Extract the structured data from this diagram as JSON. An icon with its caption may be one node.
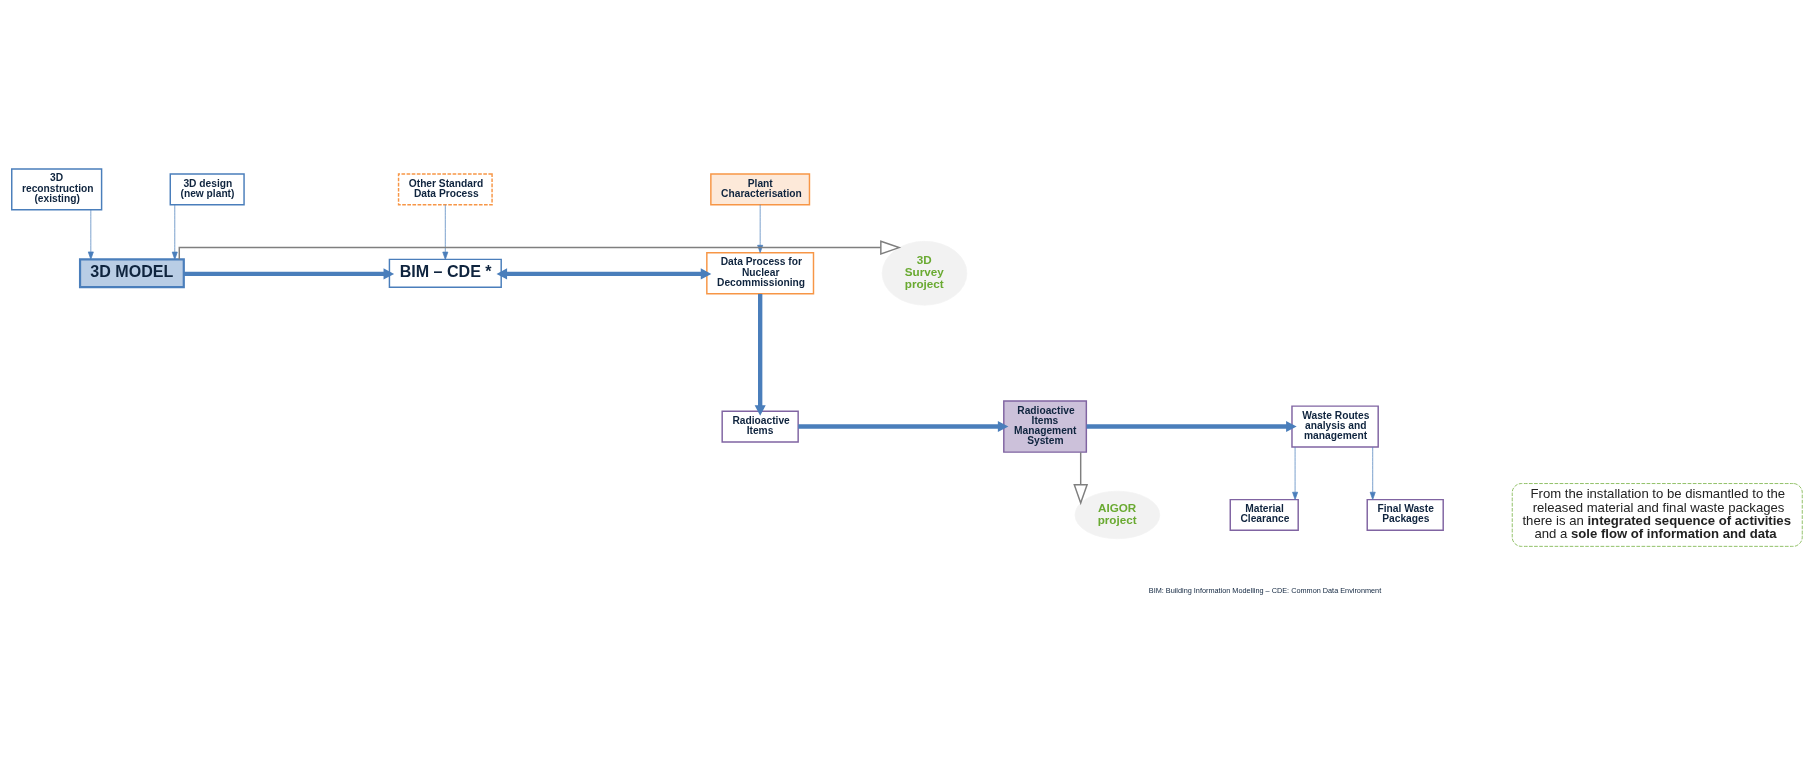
{
  "diagram": {
    "nodes": [
      {
        "text": [
          "3D reconstruction (existing)"
        ]
      },
      {
        "text": [
          "3D design (new plant)"
        ]
      },
      {
        "text": [
          "Other Standard Data Process"
        ]
      },
      {
        "text": [
          "Plant Characterisation"
        ]
      },
      {
        "text": [
          "3D MODEL"
        ]
      },
      {
        "text": [
          "BIM – CDE *"
        ]
      },
      {
        "text": [
          "Data Process for Nuclear Decommissioning"
        ]
      },
      {
        "text": [
          "3D Survey project"
        ]
      },
      {
        "text": [
          "Radioactive Items Management System"
        ]
      },
      {
        "text": [
          "Radioactive Items"
        ]
      },
      {
        "text": [
          "Waste Routes analysis and management"
        ]
      },
      {
        "text": [
          "Material Clearance"
        ]
      },
      {
        "text": [
          "Final Waste Packages"
        ]
      },
      {
        "text": [
          "AIGOR project"
        ]
      },
      {
        "text": [
          "From the installation to be dismantled to the released material and final waste packages there is an **integrated sequence of activities** and a **sole flow of information and data**"
        ]
      }
    ],
    "edges": [
      {
        "from": 0,
        "to": 4,
        "arrow": "to"
      },
      {
        "from": 1,
        "to": 4,
        "arrow": "to"
      },
      {
        "from": 2,
        "to": 5,
        "arrow": "to"
      },
      {
        "from": 3,
        "to": 6,
        "arrow": "to"
      },
      {
        "from": 4,
        "to": 5,
        "arrow": "to",
        "style": "thick"
      },
      {
        "from": 5,
        "to": 6,
        "arrow": "both",
        "style": "thick"
      },
      {
        "from": 6,
        "to": 9,
        "arrow": "to",
        "style": "thick"
      },
      {
        "from": 9,
        "to": 8,
        "arrow": "to",
        "style": "thick"
      },
      {
        "from": 8,
        "to": 10,
        "arrow": "to",
        "style": "thick"
      },
      {
        "from": 10,
        "to": 11,
        "arrow": "to"
      },
      {
        "from": 10,
        "to": 12,
        "arrow": "to"
      },
      {
        "from": 4,
        "to": 7,
        "arrow": "to",
        "color": "#7f7f7f"
      },
      {
        "from": 8,
        "to": 13,
        "arrow": "to",
        "color": "#7f7f7f"
      }
    ],
    "labels": [
      "BIM: Building Information Modelling – CDE: Common Data Environment"
    ]
  }
}
